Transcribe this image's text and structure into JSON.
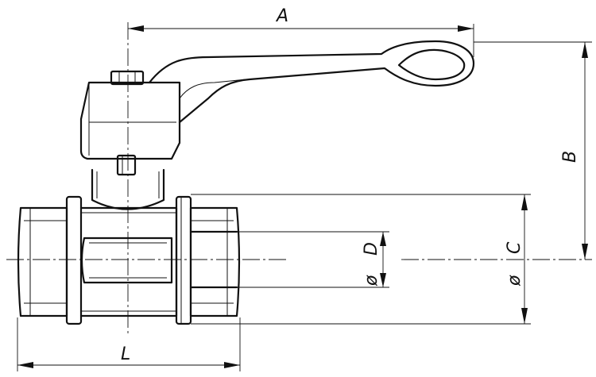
{
  "dimensions": {
    "A": "A",
    "B": "B",
    "C": "C",
    "D": "D",
    "L": "L",
    "diameter_symbol": "ø"
  }
}
